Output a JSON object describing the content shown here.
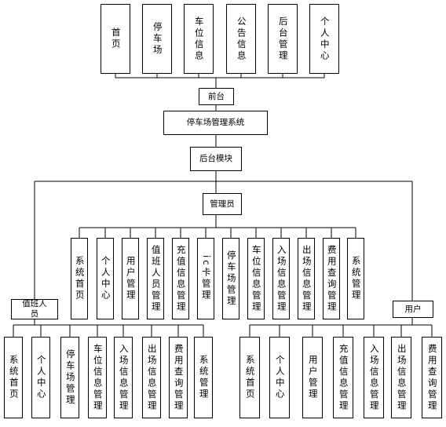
{
  "frontend": {
    "items": [
      {
        "label": "首页"
      },
      {
        "label": "停车场"
      },
      {
        "label": "车位信息"
      },
      {
        "label": "公告信息"
      },
      {
        "label": "后台管理"
      },
      {
        "label": "个人中心"
      }
    ],
    "hub": "前台"
  },
  "system": "停车场管理系统",
  "backend": "后台模块",
  "admin": {
    "label": "管理员",
    "items": [
      {
        "label": "系统首页"
      },
      {
        "label": "个人中心"
      },
      {
        "label": "用户管理"
      },
      {
        "label": "值班人员管理"
      },
      {
        "label": "充值信息管理"
      },
      {
        "label": "ic卡管理"
      },
      {
        "label": "停车场管理"
      },
      {
        "label": "车位信息管理"
      },
      {
        "label": "入场信息管理"
      },
      {
        "label": "出场信息管理"
      },
      {
        "label": "费用查询管理"
      },
      {
        "label": "系统管理"
      }
    ]
  },
  "staff": {
    "label": "值班人员",
    "items": [
      {
        "label": "系统首页"
      },
      {
        "label": "个人中心"
      },
      {
        "label": "停车场管理"
      },
      {
        "label": "车位信息管理"
      },
      {
        "label": "入场信息管理"
      },
      {
        "label": "出场信息管理"
      },
      {
        "label": "费用查询管理"
      },
      {
        "label": "系统管理"
      }
    ]
  },
  "user": {
    "label": "用户",
    "items": [
      {
        "label": "系统首页"
      },
      {
        "label": "个人中心"
      },
      {
        "label": "用户管理"
      },
      {
        "label": "充值信息管理"
      },
      {
        "label": "入场信息管理"
      },
      {
        "label": "出场信息管理"
      },
      {
        "label": "费用查询管理"
      }
    ]
  }
}
